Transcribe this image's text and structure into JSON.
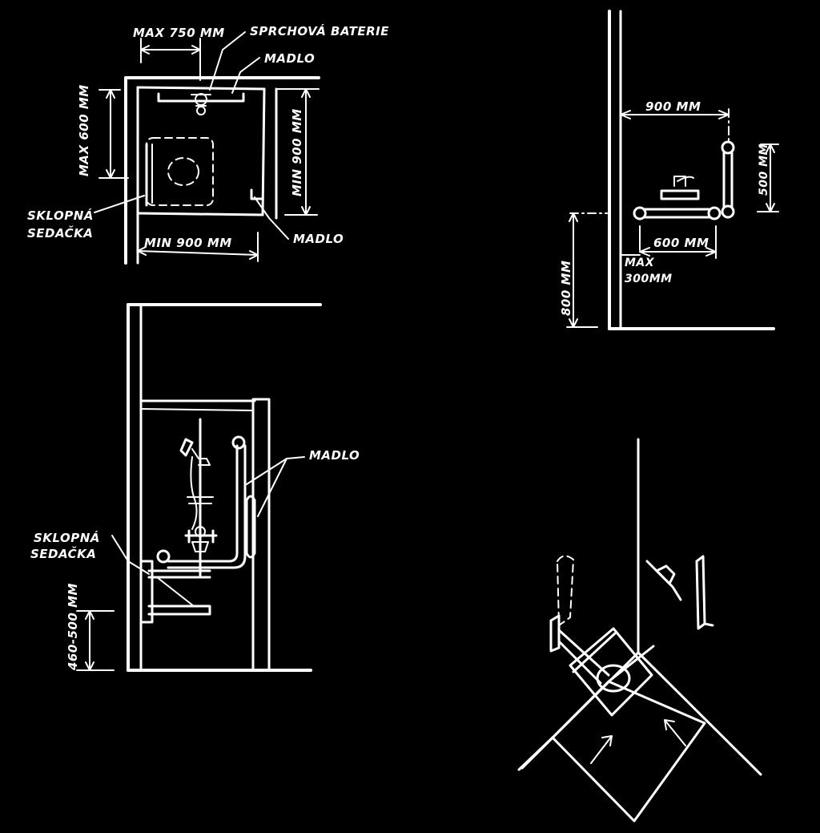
{
  "labels": {
    "max_750": "MAX 750 MM",
    "shower_mixer": "SPRCHOVÁ BATERIE",
    "grab_bar_top": "MADLO",
    "max_600": "MAX 600 MM",
    "min_900_side": "MIN 900 MM",
    "folding_seat_top": "SKLOPNÁ SEDAČKA",
    "folding_seat_top_l1": "SKLOPNÁ",
    "folding_seat_top_l2": "SEDAČKA",
    "grab_bar_right": "MADLO",
    "min_900_bottom": "MIN 900 MM",
    "dim_900": "900 MM",
    "dim_500": "500 MM",
    "dim_600": "600 MM",
    "max_300_l1": "MAX",
    "max_300_l2": "300MM",
    "dim_800": "800 MM",
    "grab_bar_elev": "MADLO",
    "folding_seat_elev_l1": "SKLOPNÁ",
    "folding_seat_elev_l2": "SEDAČKA",
    "dim_460_500": "460-500 MM"
  },
  "colors": {
    "background": "#000000",
    "line": "#ffffff"
  },
  "icons": {
    "plan": "shower-plan-drawing",
    "elevation": "shower-elevation-drawing",
    "wall": "wall-grab-bars-drawing",
    "axon": "wheelchair-corner-axonometric-drawing"
  }
}
